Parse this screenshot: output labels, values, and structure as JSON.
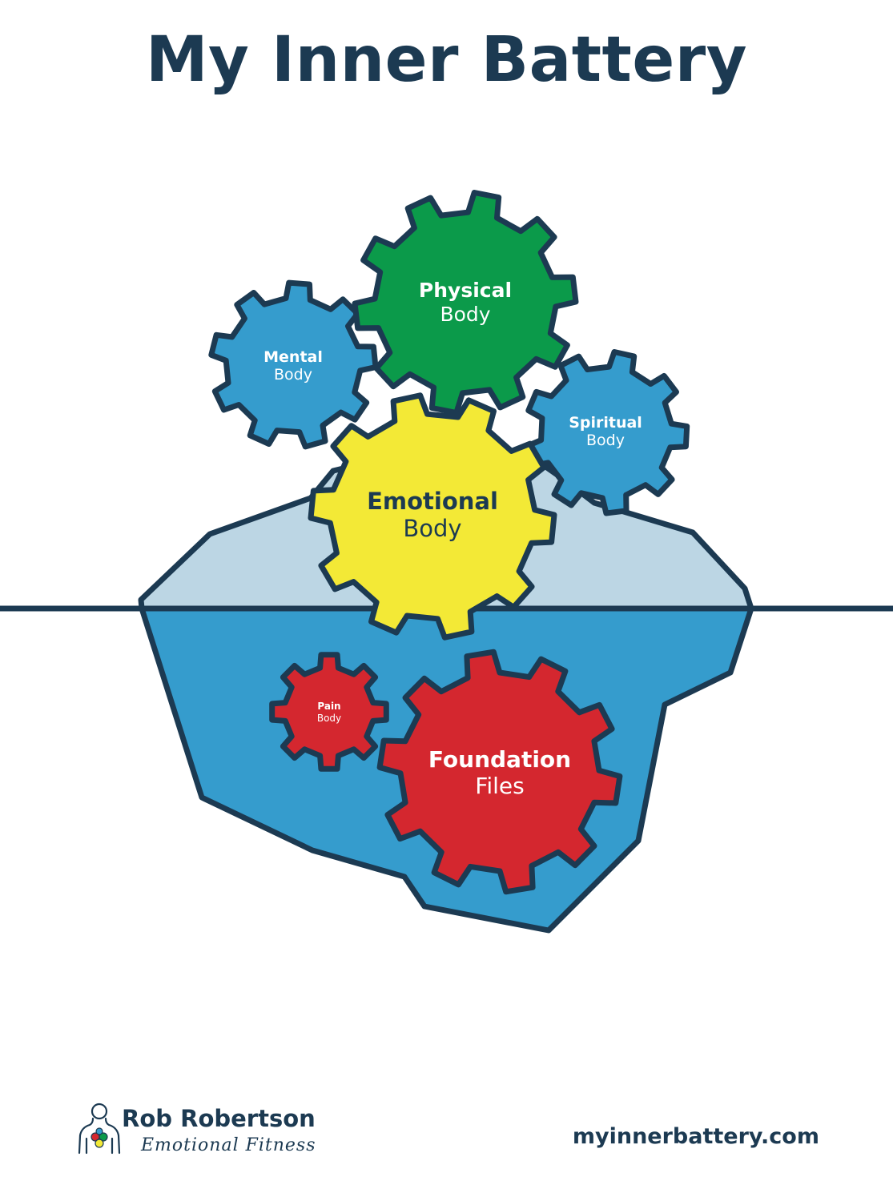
{
  "title": "My Inner Battery",
  "colors": {
    "outline": "#1c3a52",
    "ice_above": "#bcd6e4",
    "ice_below": "#359ccd",
    "blue_gear": "#359ccd",
    "green_gear": "#0b9a4a",
    "yellow_gear": "#f3e936",
    "red_gear": "#d4272f"
  },
  "gears": {
    "mental": {
      "title": "Mental",
      "subtitle": "Body",
      "color": "#359ccd"
    },
    "physical": {
      "title": "Physical",
      "subtitle": "Body",
      "color": "#0b9a4a"
    },
    "spiritual": {
      "title": "Spiritual",
      "subtitle": "Body",
      "color": "#359ccd"
    },
    "emotional": {
      "title": "Emotional",
      "subtitle": "Body",
      "color": "#f3e936"
    },
    "pain": {
      "title": "Pain",
      "subtitle": "Body",
      "color": "#d4272f"
    },
    "foundation": {
      "title": "Foundation",
      "subtitle": "Files",
      "color": "#d4272f"
    }
  },
  "footer": {
    "brand_name": "Rob Robertson",
    "brand_tagline": "Emotional Fitness",
    "logo_icon": "person-silhouette-icon",
    "website": "myinnerbattery.com"
  }
}
